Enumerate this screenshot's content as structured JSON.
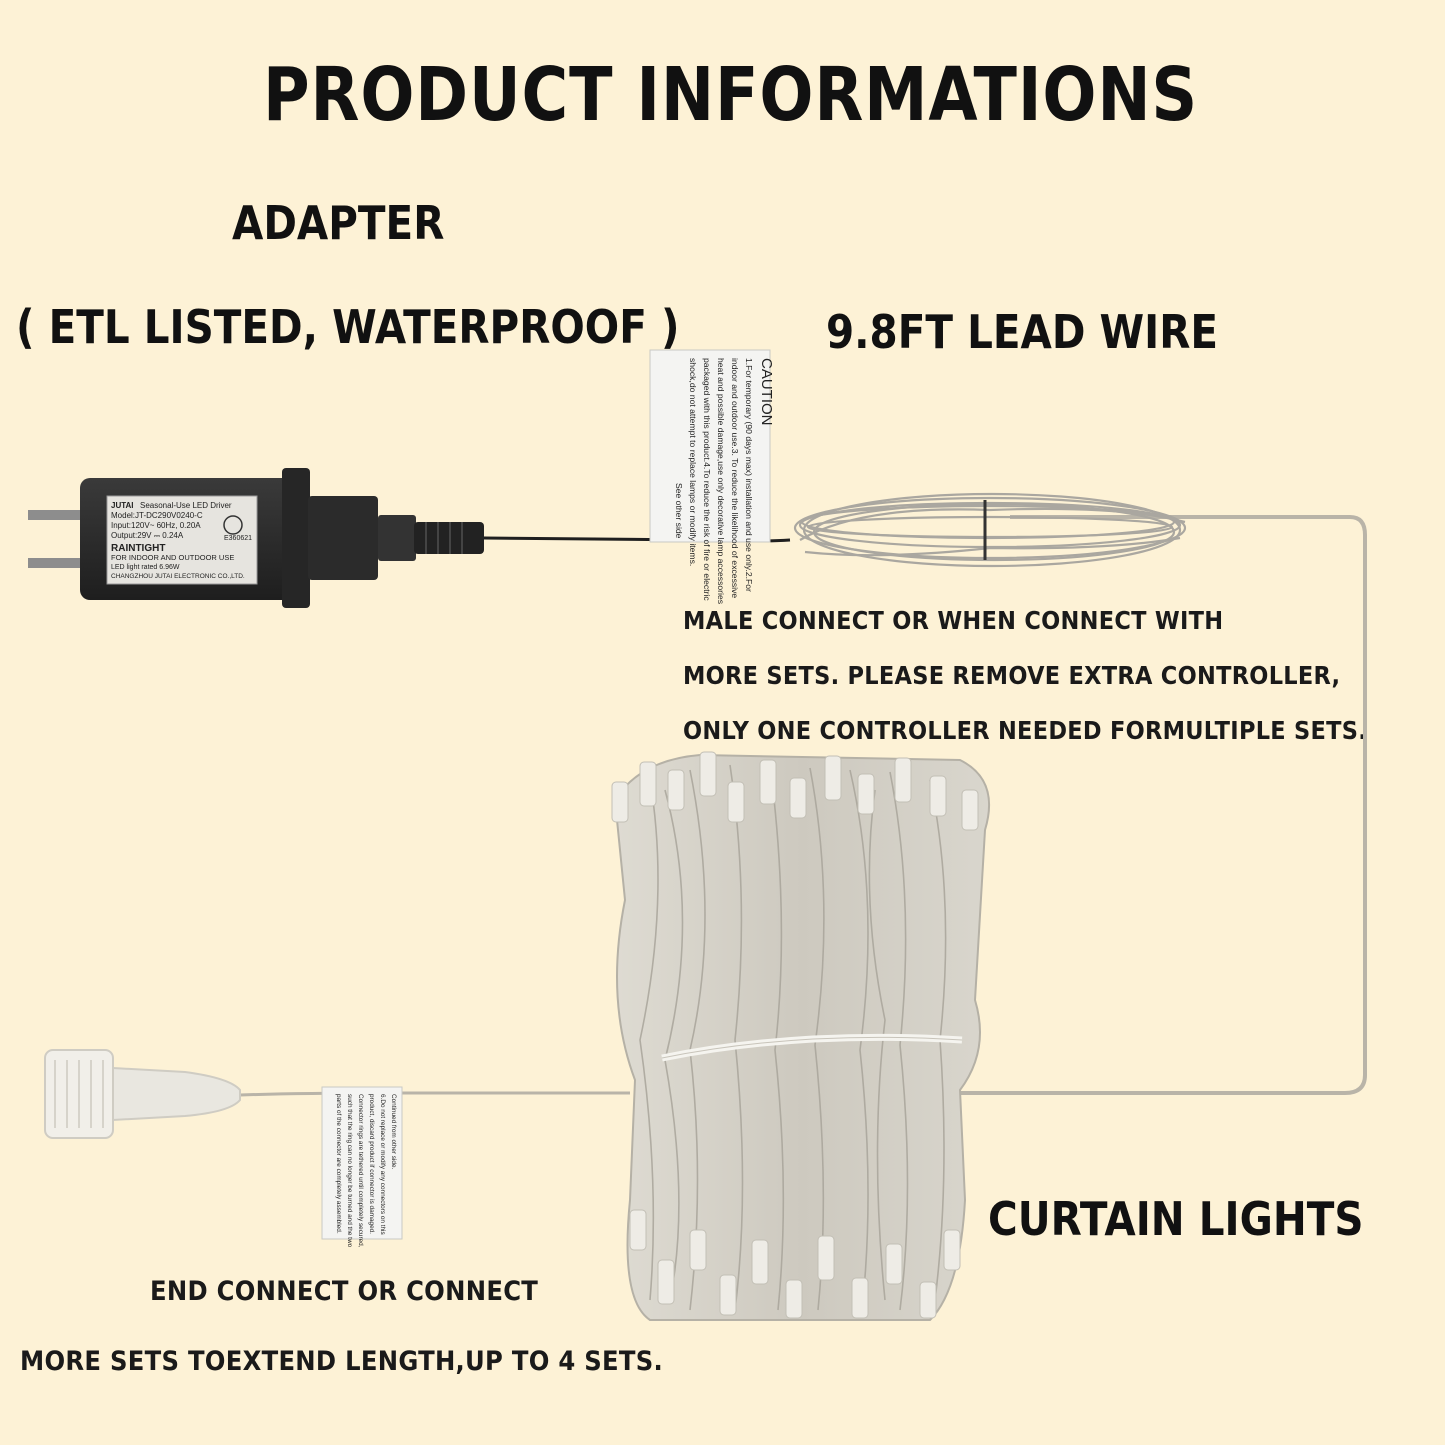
{
  "title": "PRODUCT INFORMATIONS",
  "adapter": {
    "heading": "ADAPTER",
    "subheading": "( ETL LISTED, WATERPROOF )",
    "plate": {
      "brand": "JUTAI",
      "type": "Seasonal-Use LED Driver",
      "model": "Model:JT-DC290V0240-C",
      "input": "Input:120V~ 60Hz, 0.20A",
      "output": "Output:29V ⎓ 0.24A",
      "raintight": "RAINTIGHT",
      "use": "FOR INDOOR AND OUTDOOR USE",
      "rated": "LED light rated 6.96W",
      "maker": "CHANGZHOU JUTAI ELECTRONIC CO.,LTD.",
      "cert": "E360621"
    }
  },
  "lead_wire": {
    "label": "9.8FT LEAD WIRE"
  },
  "caution_tag": {
    "heading": "CAUTION",
    "lines": [
      "1.For temporary (90 days max) installation and use only.2.For",
      "indoor and outdoor use.3. To reduce the likelihood of excessive",
      "heat and possible damage,use only decorative lamp accessories",
      "packaged with this product.4.To reduce the risk of fire or electric",
      "shock,do not attempt to replace lamps or modify items.",
      "See other side"
    ]
  },
  "male_connect_note": [
    "MALE CONNECT OR WHEN CONNECT WITH",
    "MORE SETS. PLEASE REMOVE EXTRA CONTROLLER,",
    "ONLY ONE CONTROLLER NEEDED FORMULTIPLE SETS."
  ],
  "curtain": {
    "label": "CURTAIN LIGHTS"
  },
  "end_tag": {
    "lines": [
      "Continued from other side.",
      "6.Do not replace or modify any connectors on this",
      "product, discard product if connector is damaged.",
      "Connector rings are tethered until completely secured,",
      "such that the ring can no longer be turned and the two",
      "parts of the connector are completely assembled."
    ]
  },
  "end_connect_note": [
    "END CONNECT OR CONNECT",
    "MORE SETS TOEXTEND LENGTH,UP TO 4 SETS."
  ],
  "colors": {
    "background": "#fdf2d6",
    "text": "#111111",
    "adapter_body": "#2a2a2a",
    "wire": "#b9b4a8",
    "tag": "#f4f4f2"
  }
}
